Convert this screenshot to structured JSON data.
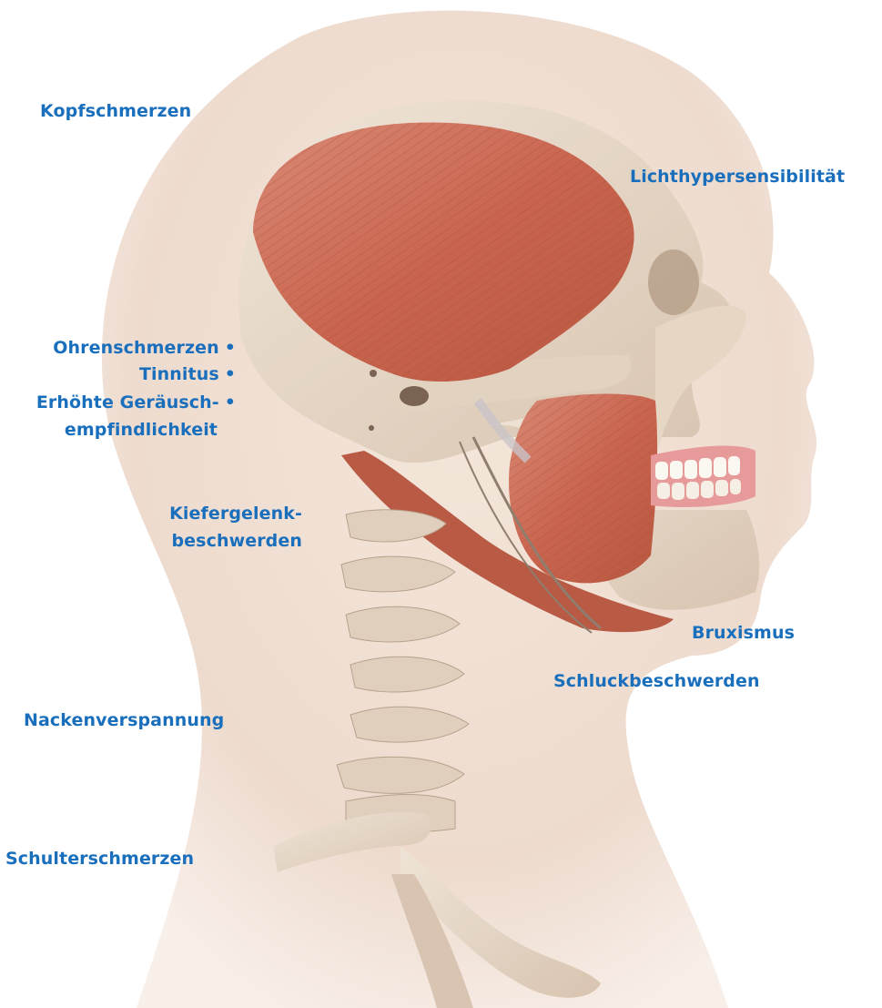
{
  "colors": {
    "label": "#1a6fbd",
    "muscle": "#c9654f",
    "bone": "#e6d8c8",
    "silhouette": "#ecd7c9"
  },
  "labels": {
    "kopfschmerzen": "Kopfschmerzen",
    "lichthypersensibilitaet": "Lichthypersensibilität",
    "ohrenschmerzen": "Ohrenschmerzen",
    "tinnitus": "Tinnitus",
    "geraeusch_line1": "Erhöhte Geräusch-",
    "geraeusch_line2": "empfindlichkeit",
    "kiefer_line1": "Kiefergelenk-",
    "kiefer_line2": "beschwerden",
    "bruxismus": "Bruxismus",
    "schluckbeschwerden": "Schluckbeschwerden",
    "nackenverspannung": "Nackenverspannung",
    "schulterschmerzen": "Schulterschmerzen",
    "bullet": "•"
  }
}
